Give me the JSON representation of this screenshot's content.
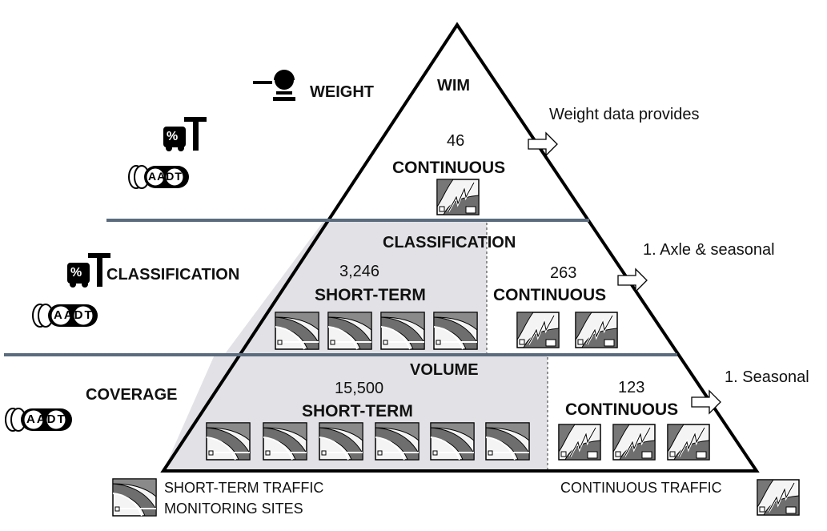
{
  "pyramid": {
    "wim": {
      "title": "WIM",
      "count": "46",
      "type": "CONTINUOUS"
    },
    "classification": {
      "title": "CLASSIFICATION",
      "short_term_count": "3,246",
      "short_term_label": "SHORT-TERM",
      "continuous_count": "263",
      "continuous_label": "CONTINUOUS"
    },
    "volume": {
      "title": "VOLUME",
      "short_term_count": "15,500",
      "short_term_label": "SHORT-TERM",
      "continuous_count": "123",
      "continuous_label": "CONTINUOUS"
    }
  },
  "left_labels": {
    "weight": "WEIGHT",
    "classification": "CLASSIFICATION",
    "coverage": "COVERAGE",
    "aadt": "AADT",
    "percent": "%"
  },
  "right_notes": {
    "weight_note": "Weight data provides",
    "classification_note": "1. Axle & seasonal",
    "volume_note": "1. Seasonal"
  },
  "legend": {
    "short_term_line1": "SHORT-TERM TRAFFIC",
    "short_term_line2": "MONITORING SITES",
    "continuous": "CONTINUOUS TRAFFIC"
  },
  "colors": {
    "divider": "#5a6b7d",
    "short_term_fill": "#e2e2e6",
    "outline": "#000000"
  }
}
